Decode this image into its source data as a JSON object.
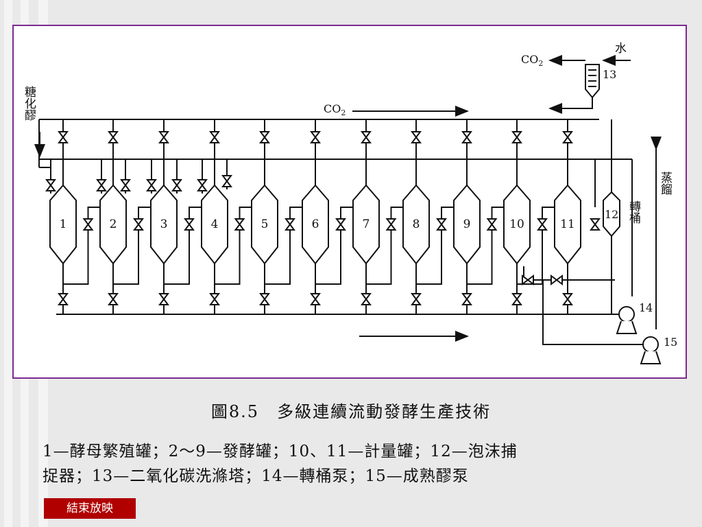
{
  "diagram": {
    "input_label": "糖化醪",
    "co2_label": "CO",
    "co2_sub": "2",
    "water_label": "水",
    "transfer_label": "轉桶",
    "distill_label": "蒸餾",
    "tank_labels": [
      "1",
      "2",
      "3",
      "4",
      "5",
      "6",
      "7",
      "8",
      "9",
      "10",
      "11"
    ],
    "foam_catcher_label": "12",
    "wash_tower_label": "13",
    "pump_labels": [
      "14",
      "15"
    ]
  },
  "caption": "圖8.5　多級連續流動發酵生產技術",
  "legend": {
    "line1": "1—酵母繁殖罐；2～9—發酵罐；10、11—計量罐；12—泡沫捕",
    "line2": "捉器；13—二氧化碳洗滌塔；14—轉桶泵；15—成熟醪泵"
  },
  "end_button": "結束放映",
  "colors": {
    "frame": "#7b2a8f",
    "button": "#b00000"
  }
}
